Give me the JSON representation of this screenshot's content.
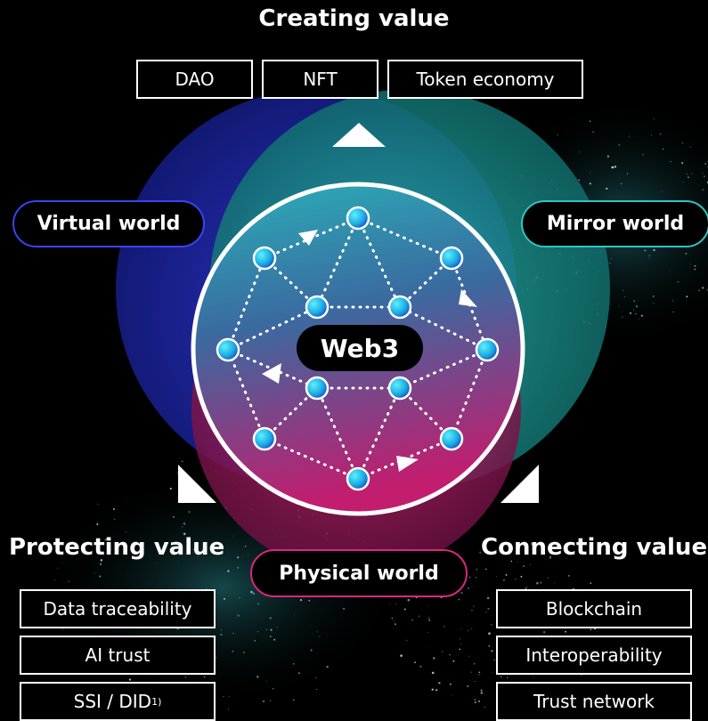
{
  "headings": {
    "creating": "Creating value",
    "protecting": "Protecting value",
    "connecting": "Connecting value"
  },
  "creating_items": [
    "DAO",
    "NFT",
    "Token economy"
  ],
  "protecting_items": [
    "Data traceability",
    "AI trust",
    "SSI / DID"
  ],
  "protecting_footnote": "1)",
  "connecting_items": [
    "Blockchain",
    "Interoperability",
    "Trust network"
  ],
  "worlds": {
    "virtual": "Virtual world",
    "mirror": "Mirror world",
    "physical": "Physical world"
  },
  "center": {
    "label": "Web3"
  },
  "colors": {
    "virtual": "#2a2fd6",
    "mirror": "#1ea9a6",
    "physical": "#c0206f",
    "node": "#2ad0ea",
    "background": "#000000"
  }
}
